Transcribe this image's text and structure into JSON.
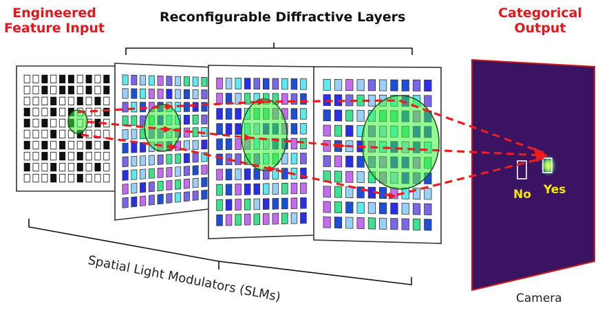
{
  "headings": {
    "input_line1": "Engineered",
    "input_line2": "Feature Input",
    "layers": "Reconfigurable Diffractive Layers",
    "output_line1": "Categorical",
    "output_line2": "Output"
  },
  "labels": {
    "slms": "Spatial Light Modulators (SLMs)",
    "camera": "Camera",
    "no": "No",
    "yes": "Yes"
  },
  "colors": {
    "accent_red": "#e8161b",
    "arrow_red": "#ee1c1c",
    "lens_green": "#3cf23c",
    "camera_bg": "#3a1463",
    "label_yellow": "#f5e70e",
    "pixel_palette": [
      "#2a2ee6",
      "#7a66e8",
      "#5ee9f0",
      "#3fe08f",
      "#c46cf0",
      "#1d4fd6",
      "#9ad0f7"
    ]
  },
  "input_grid": [
    [
      0,
      0,
      1,
      0,
      1,
      1,
      0,
      1,
      0,
      1
    ],
    [
      0,
      0,
      1,
      0,
      1,
      1,
      0,
      1,
      0,
      1
    ],
    [
      0,
      0,
      0,
      1,
      0,
      0,
      1,
      0,
      1,
      0
    ],
    [
      1,
      0,
      0,
      1,
      0,
      1,
      0,
      0,
      0,
      1
    ],
    [
      1,
      0,
      1,
      0,
      0,
      1,
      0,
      0,
      1,
      0
    ],
    [
      0,
      0,
      0,
      1,
      0,
      0,
      1,
      0,
      0,
      0
    ],
    [
      1,
      0,
      1,
      0,
      1,
      0,
      0,
      1,
      0,
      1
    ],
    [
      0,
      0,
      1,
      0,
      1,
      0,
      1,
      0,
      0,
      0
    ],
    [
      1,
      0,
      0,
      1,
      0,
      0,
      1,
      0,
      1,
      0
    ],
    [
      0,
      0,
      0,
      1,
      0,
      0,
      1,
      0,
      0,
      0
    ]
  ]
}
